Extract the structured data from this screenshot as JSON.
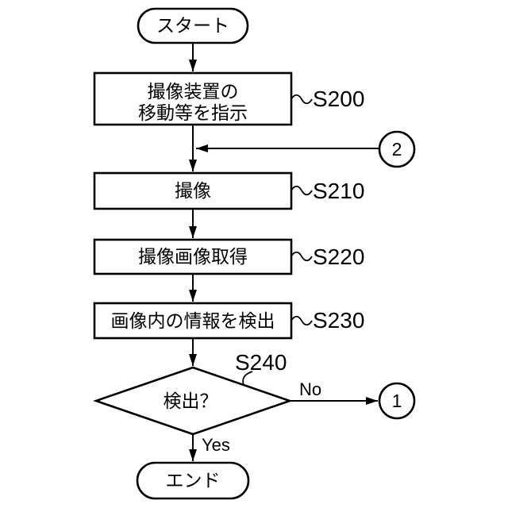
{
  "figure": {
    "start_label": "スタート",
    "end_label": "エンド",
    "steps": [
      {
        "id": "S200",
        "lines": [
          "撮像装置の",
          "移動等を指示"
        ]
      },
      {
        "id": "S210",
        "lines": [
          "撮像"
        ]
      },
      {
        "id": "S220",
        "lines": [
          "撮像画像取得"
        ]
      },
      {
        "id": "S230",
        "lines": [
          "画像内の情報を検出"
        ]
      }
    ],
    "decision": {
      "id": "S240",
      "label": "検出？"
    },
    "branch_no": "No",
    "branch_yes": "Yes",
    "connector_top": "2",
    "connector_right": "1",
    "colors": {
      "line": "#000000",
      "background": "#ffffff"
    }
  }
}
